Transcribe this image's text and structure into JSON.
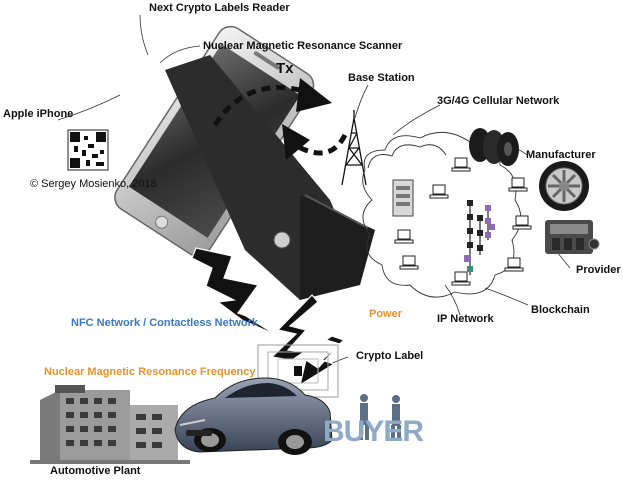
{
  "labels": {
    "reader": "Next Crypto Labels Reader",
    "nmr_scanner": "Nuclear Magnetic Resonance Scanner",
    "tx": "Tx",
    "base_station": "Base Station",
    "cellular": "3G/4G Cellular Network",
    "iphone": "Apple iPhone",
    "copyright": "© Sergey Mosienko, 2018",
    "manufacturer": "Manufacturer",
    "provider": "Provider",
    "blockchain": "Blockchain",
    "ip_network": "IP Network",
    "nfc": "NFC Network / Contactless Network",
    "power": "Power",
    "crypto_label": "Crypto Label",
    "nmr_freq": "Nuclear Magnetic Resonance Frequency",
    "plant": "Automotive Plant",
    "buyer": "BUYER"
  },
  "colors": {
    "nfc_blue": "#3a78c2",
    "power_orange": "#e8922e",
    "chain_purple": "#8e6bb8",
    "chain_green": "#3c8f6f",
    "text": "#111111"
  },
  "icons": [
    "iphone",
    "crypto-reader-device",
    "qr-code",
    "cell-tower",
    "server",
    "cloud",
    "tires",
    "wheel-rim",
    "engine",
    "car",
    "factory",
    "buyer-people",
    "lightning-bolt"
  ]
}
